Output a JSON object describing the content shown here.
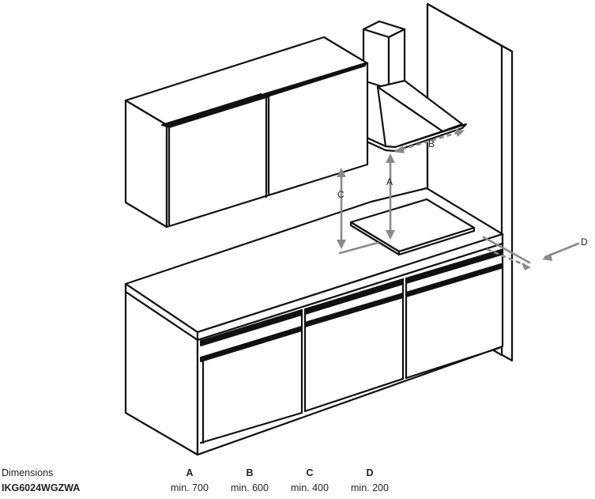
{
  "diagram_labels": {
    "a": "A",
    "b": "B",
    "c": "C",
    "d": "D"
  },
  "table": {
    "header_label": "Dimensions",
    "columns": [
      "A",
      "B",
      "C",
      "D"
    ],
    "model": "IKG6024WGZWA",
    "values": [
      "min. 700",
      "min. 600",
      "min. 400",
      "min. 200"
    ]
  },
  "colors": {
    "line": "#111111",
    "dimension_arrow": "#8a8a8a"
  }
}
